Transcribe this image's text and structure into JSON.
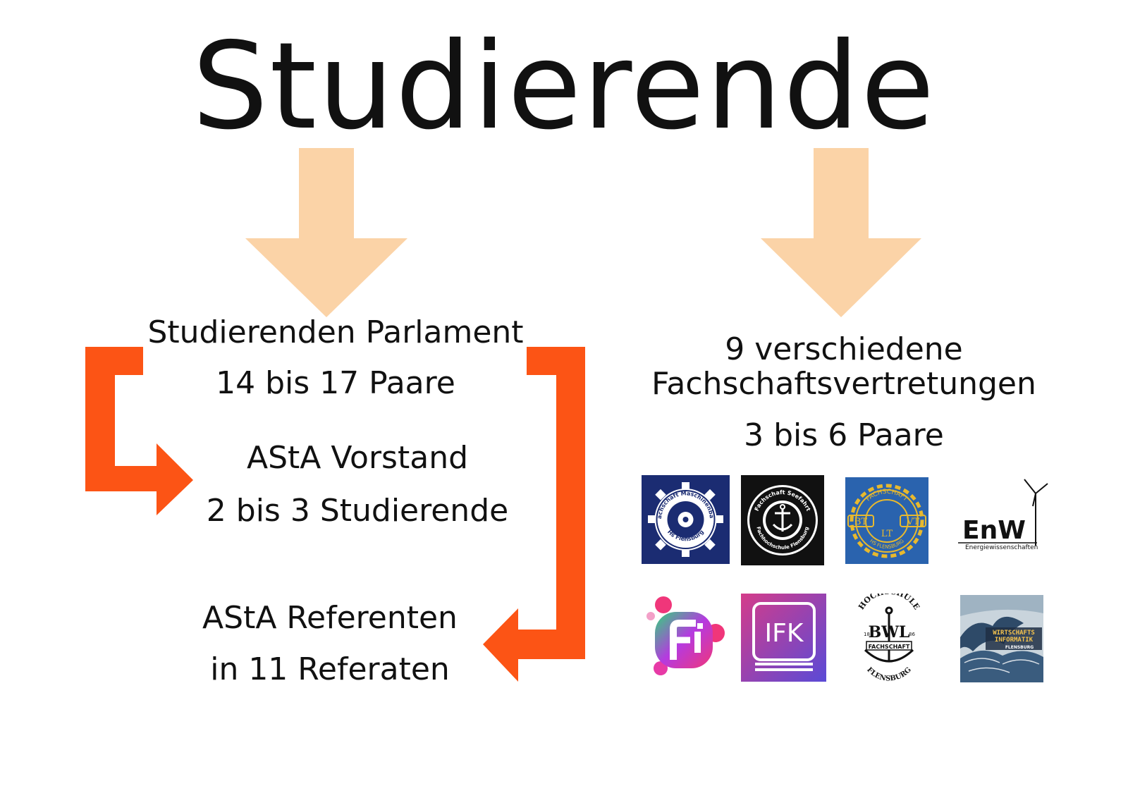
{
  "title": "Studierende",
  "left": {
    "parliament_title": "Studierenden Parlament",
    "parliament_count": "14 bis 17 Paare",
    "board_title": "AStA Vorstand",
    "board_count": "2 bis 3 Studierende",
    "speakers_title": "AStA Referenten",
    "speakers_count": "in 11 Referaten"
  },
  "right": {
    "line1": "9 verschiedene",
    "line2": "Fachschaftsvertretungen",
    "count": "3 bis 6 Paare"
  },
  "logos": {
    "maschinenbau": {
      "top": "Fachschaft Maschinenbau",
      "bottom": "Hs Flensburg"
    },
    "seefahrt": {
      "top": "Fachschaft Seefahrt",
      "bottom": "Fachhochschule Flensburg"
    },
    "bt_vt": {
      "ring_top": "FACHSCHAFT",
      "ring_bottom": "HS FLENSBURG",
      "left": "BT",
      "center": "LT",
      "right": "VT"
    },
    "enw": {
      "mark": "EnW",
      "caption": "Energiewissenschaften"
    },
    "ifk": {
      "mark": "IFK"
    },
    "bwl": {
      "top": "HOCHSCHULE",
      "mark": "BWL",
      "year_left": "18",
      "year_right": "86",
      "band": "FACHSCHAFT",
      "bottom": "FLENSBURG"
    },
    "wirtschaftsinformatik": {
      "line1": "WIRTSCHAFTS",
      "line2": "INFORMATIK",
      "line3": "FLENSBURG"
    }
  },
  "colors": {
    "down_arrow": "#FBD3A7",
    "flow_arrow": "#FC5415",
    "text": "#111111",
    "maschinenbau_bg": "#1B2C72",
    "seefahrt_bg": "#111111",
    "bt_vt_bg": "#2A63AE",
    "bt_vt_accent": "#E8B92E",
    "ifk_bg": "#6E45C9"
  }
}
